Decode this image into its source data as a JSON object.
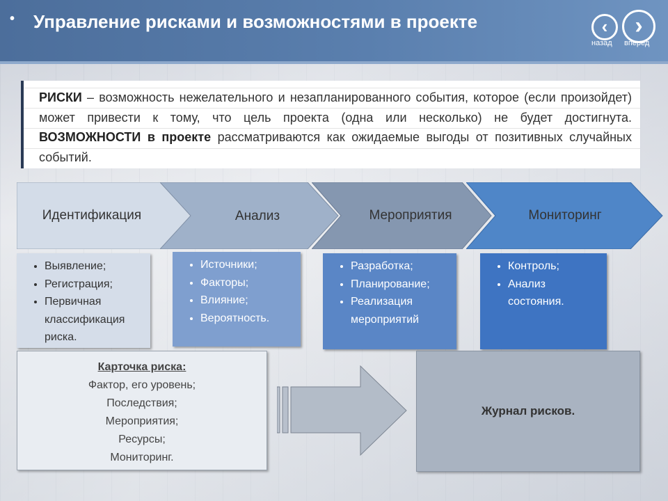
{
  "header": {
    "bullet": "•",
    "title": "Управление рисками и возможностями в проекте",
    "nav_back_label": "назад",
    "nav_forward_label": "вперед",
    "nav_back_icon": "chevron-left-icon",
    "nav_forward_icon": "chevron-right-icon"
  },
  "definition": {
    "risk_term": "РИСКИ",
    "risk_text": " – возможность нежелательного и незапланированного события, которое (если произойдет) может привести к тому, что цель проекта (одна или несколько) не будет достигнута. ",
    "opp_term": "ВОЗМОЖНОСТИ",
    "opp_mid": " в проекте",
    "opp_text": " рассматриваются как ожидаемые выгоды от позитивных случайных событий."
  },
  "stages": [
    {
      "label": "Идентификация",
      "color": "#d3dce8"
    },
    {
      "label": "Анализ",
      "color": "#9fb1c9"
    },
    {
      "label": "Мероприятия",
      "color": "#8597b0"
    },
    {
      "label": "Мониторинг",
      "color": "#4f86c8"
    }
  ],
  "stage_items": [
    [
      "Выявление;",
      "Регистрация;",
      "Первичная классификация риска."
    ],
    [
      "Источники;",
      "Факторы;",
      "Влияние;",
      "Вероятность."
    ],
    [
      "Разработка;",
      "Планирование;",
      "Реализация мероприятий"
    ],
    [
      "Контроль;",
      "Анализ состояния."
    ]
  ],
  "risk_card": {
    "title": "Карточка риска:",
    "lines": [
      "Фактор, его уровень;",
      "Последствия;",
      "Мероприятия;",
      "Ресурсы;",
      "Мониторинг."
    ]
  },
  "journal": {
    "label": "Журнал рисков."
  }
}
